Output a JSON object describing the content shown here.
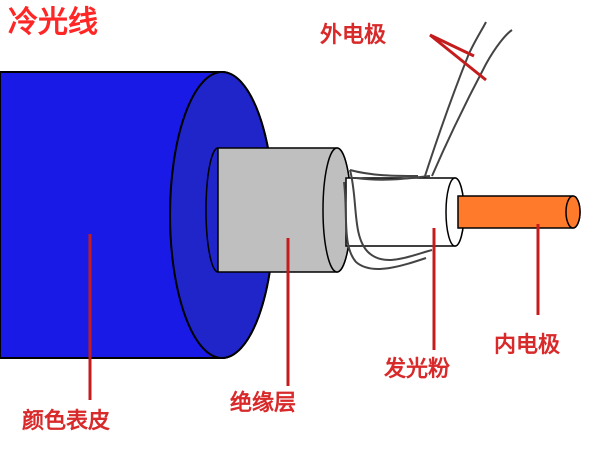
{
  "title": "冷光线",
  "labels": {
    "outer_electrode": "外电极",
    "inner_electrode": "内电极",
    "phosphor": "发光粉",
    "insulation": "绝缘层",
    "color_sheath": "颜色表皮"
  },
  "colors": {
    "title": "#ff2626",
    "label": "#d82a2a",
    "leader": "#c41c1c",
    "sheath": "#1a1ae6",
    "sheath_end": "#1f25c8",
    "insulation": "#bfbfbf",
    "phosphor": "#ffffff",
    "inner_core": "#ff7a2a",
    "wire": "#444444"
  }
}
